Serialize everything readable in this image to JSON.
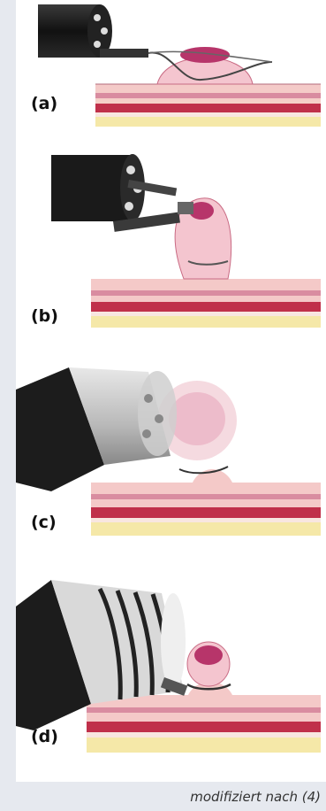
{
  "panels": [
    {
      "label": "(a)"
    },
    {
      "label": "(b)"
    },
    {
      "label": "(c)"
    },
    {
      "label": "(d)"
    }
  ],
  "credit": "modifiziert nach (4)"
}
